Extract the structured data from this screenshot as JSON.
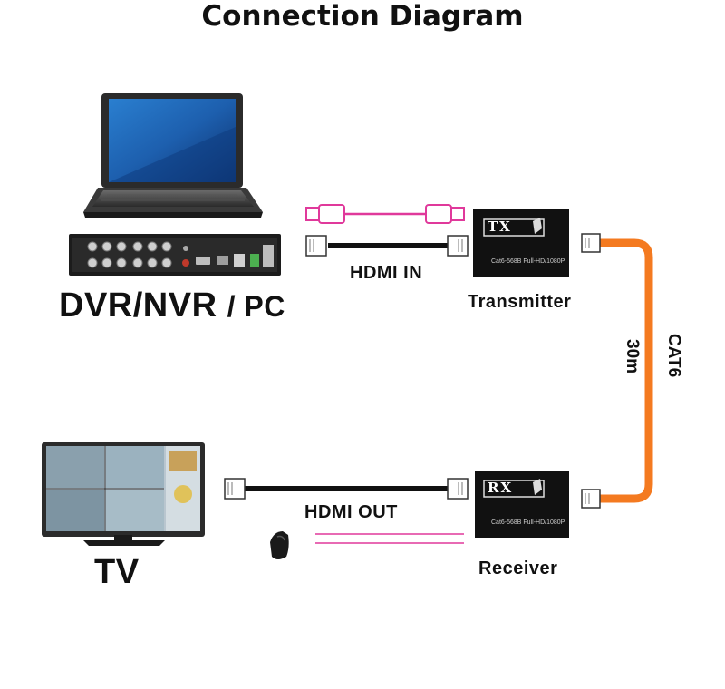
{
  "title": "Connection Diagram",
  "source_label_main": "DVR/NVR",
  "source_label_suffix": "/ PC",
  "display_label": "TV",
  "hdmi_in_label": "HDMI IN",
  "hdmi_out_label": "HDMI OUT",
  "transmitter_label": "Transmitter",
  "receiver_label": "Receiver",
  "cable_type": "CAT6",
  "cable_length": "30m",
  "tx_badge": "TX",
  "rx_badge": "RX",
  "device_spec_text": "Cat6-568B  Full-HD/1080P",
  "colors": {
    "cat6_cable": "#f47a20",
    "ir_cable": "#e0399b",
    "device_body": "#111111",
    "hdmi_cable": "#111111"
  }
}
